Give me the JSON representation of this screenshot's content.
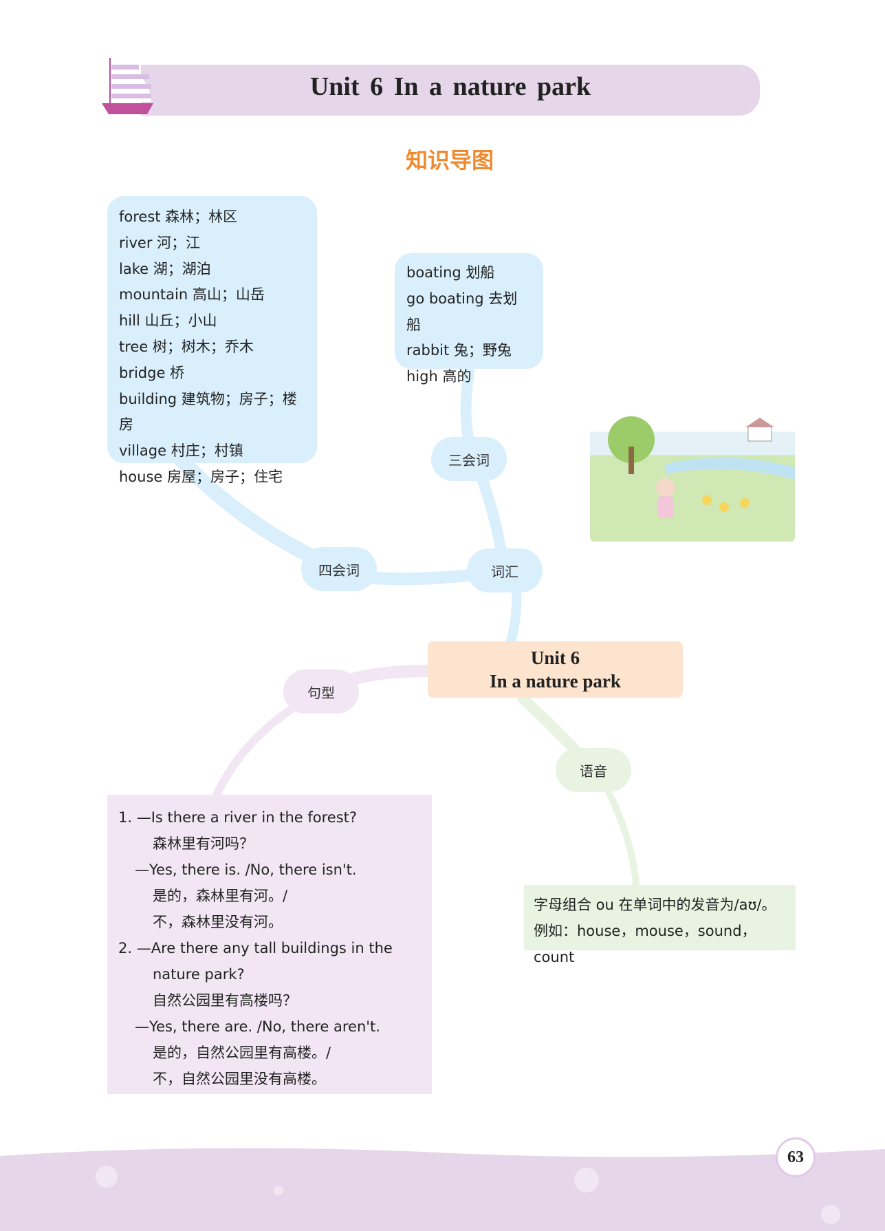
{
  "header": {
    "title": "Unit 6  In a nature park",
    "subtitle": "知识导图"
  },
  "vocab_four": [
    "forest 森林；林区",
    "river 河；江",
    "lake 湖；湖泊",
    "mountain 高山；山岳",
    "hill 山丘；小山",
    "tree 树；树木；乔木",
    "bridge 桥",
    "building 建筑物；房子；楼房",
    "village 村庄；村镇",
    "house 房屋；房子；住宅"
  ],
  "vocab_three": [
    "boating 划船",
    "go boating 去划船",
    "rabbit 兔；野兔",
    "high 高的"
  ],
  "nodes": {
    "three": "三会词",
    "four": "四会词",
    "vocab": "词汇",
    "sentence": "句型",
    "phonics": "语音",
    "center_line1": "Unit 6",
    "center_line2": "In a nature park"
  },
  "sentences": [
    "1. —Is there a river in the forest?",
    "森林里有河吗？",
    "—Yes, there is. /No, there isn't.",
    "是的，森林里有河。/",
    "不，森林里没有河。",
    "2. —Are there any tall buildings in the",
    "nature park?",
    "自然公园里有高楼吗？",
    "—Yes, there are. /No, there aren't.",
    "是的，自然公园里有高楼。/",
    "不，自然公园里没有高楼。"
  ],
  "phonics": {
    "line1": "字母组合 ou 在单词中的发音为/aʊ/。",
    "line2": "例如：house，mouse，sound，count"
  },
  "page_number": "63"
}
